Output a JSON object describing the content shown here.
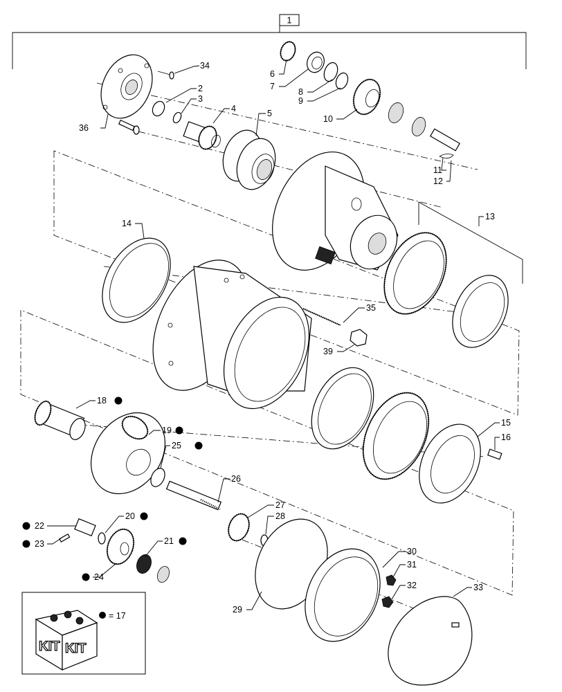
{
  "assembly_number": "1",
  "kit": {
    "text_left": "KIT",
    "text_right": "KIT",
    "legend_equals": "= 17"
  },
  "callouts": [
    {
      "id": "c1",
      "label": "1",
      "kit": false
    },
    {
      "id": "c2",
      "label": "2",
      "kit": false
    },
    {
      "id": "c3",
      "label": "3",
      "kit": false
    },
    {
      "id": "c4",
      "label": "4",
      "kit": false
    },
    {
      "id": "c5",
      "label": "5",
      "kit": false
    },
    {
      "id": "c6",
      "label": "6",
      "kit": false
    },
    {
      "id": "c7",
      "label": "7",
      "kit": false
    },
    {
      "id": "c8",
      "label": "8",
      "kit": false
    },
    {
      "id": "c9",
      "label": "9",
      "kit": false
    },
    {
      "id": "c10",
      "label": "10",
      "kit": false
    },
    {
      "id": "c11",
      "label": "11",
      "kit": false
    },
    {
      "id": "c12",
      "label": "12",
      "kit": false
    },
    {
      "id": "c13",
      "label": "13",
      "kit": false
    },
    {
      "id": "c14",
      "label": "14",
      "kit": false
    },
    {
      "id": "c15",
      "label": "15",
      "kit": false
    },
    {
      "id": "c16",
      "label": "16",
      "kit": false
    },
    {
      "id": "c18",
      "label": "18",
      "kit": true
    },
    {
      "id": "c19",
      "label": "19",
      "kit": true
    },
    {
      "id": "c20",
      "label": "20",
      "kit": true
    },
    {
      "id": "c21",
      "label": "21",
      "kit": true
    },
    {
      "id": "c22",
      "label": "22",
      "kit": true
    },
    {
      "id": "c23",
      "label": "23",
      "kit": true
    },
    {
      "id": "c24",
      "label": "24",
      "kit": true
    },
    {
      "id": "c25",
      "label": "25",
      "kit": true
    },
    {
      "id": "c26",
      "label": "26",
      "kit": false
    },
    {
      "id": "c27",
      "label": "27",
      "kit": false
    },
    {
      "id": "c28",
      "label": "28",
      "kit": false
    },
    {
      "id": "c29",
      "label": "29",
      "kit": false
    },
    {
      "id": "c30",
      "label": "30",
      "kit": false
    },
    {
      "id": "c31",
      "label": "31",
      "kit": false
    },
    {
      "id": "c32",
      "label": "32",
      "kit": false
    },
    {
      "id": "c33",
      "label": "33",
      "kit": false
    },
    {
      "id": "c34",
      "label": "34",
      "kit": false
    },
    {
      "id": "c35",
      "label": "35",
      "kit": false
    },
    {
      "id": "c36",
      "label": "36",
      "kit": false
    },
    {
      "id": "c39",
      "label": "39",
      "kit": false
    }
  ]
}
